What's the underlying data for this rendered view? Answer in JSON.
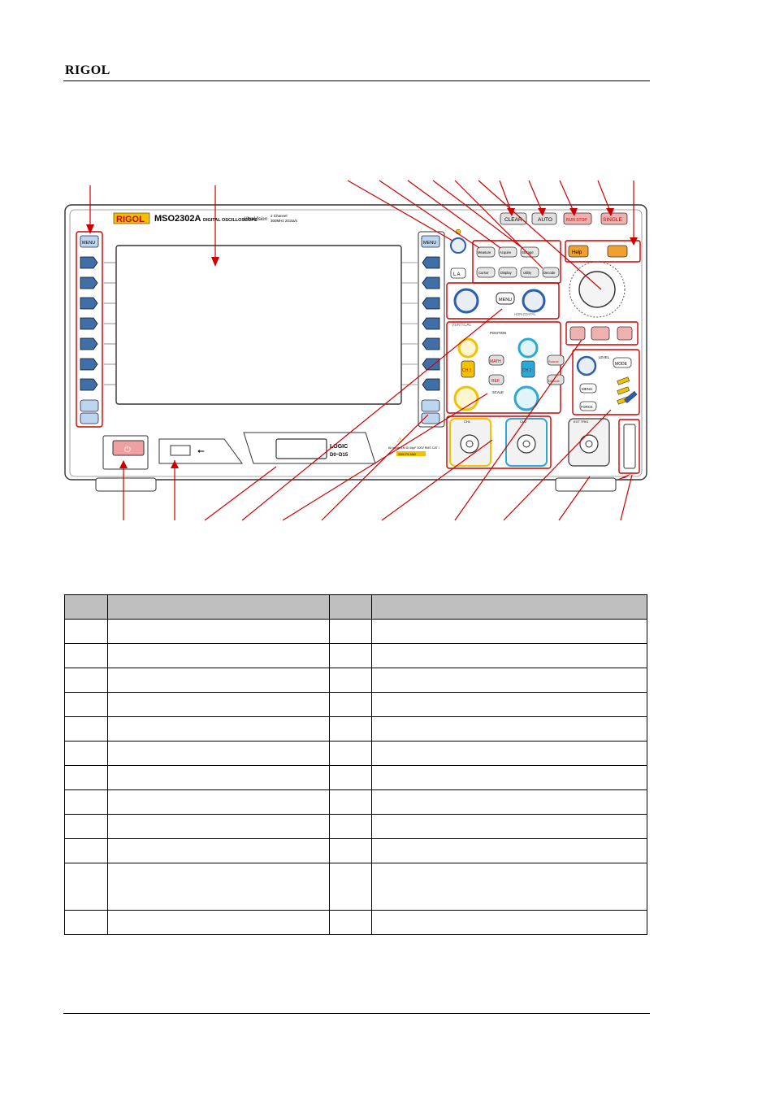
{
  "header": {
    "brand": "RIGOL"
  },
  "figure": {
    "panel": {
      "logo": "RIGOL",
      "model": "MSO2302A",
      "model_sub": "DIGITAL OSCILLOSCOPE",
      "ultravision": "UltraVision",
      "channels": "2 Channel",
      "specs": "300MHz 2GSa/s",
      "left_softkey_menu": "MENU",
      "right_softkey_menu": "MENU",
      "la_button": "L A",
      "func_buttons": [
        "Measure",
        "Acquire",
        "Storage",
        "Cursor",
        "Display",
        "Utility",
        "Decode"
      ],
      "help_button": "Help",
      "top_buttons": [
        "CLEAR",
        "AUTO",
        "RUN STOP",
        "SINGLE"
      ],
      "horizontal_menu": "MENU",
      "horizontal_label": "HORIZONTAL",
      "vertical_label": "VERTICAL",
      "position_label": "POSITION",
      "scale_label": "SCALE",
      "math_button": "MATH",
      "ref_button": "REF",
      "ch1_button": "CH 1",
      "ch2_button": "CH 2",
      "source_button": "Source",
      "decode_button": "Decode",
      "trigger_level": "LEVEL",
      "trigger_mode": "MODE",
      "trigger_menu": "MENU",
      "trigger_force": "FORCE",
      "logic_label": "LOGIC",
      "logic_range": "D0~D15",
      "ch1_input": "CH1",
      "ch2_input": "CH2",
      "ext_input": "EXT TRIG",
      "warning": "All inputs 1M Ω≈16pF 300V RMS CAT I",
      "warning2": "300V PK MAX"
    }
  },
  "table": {
    "rows": 13
  }
}
